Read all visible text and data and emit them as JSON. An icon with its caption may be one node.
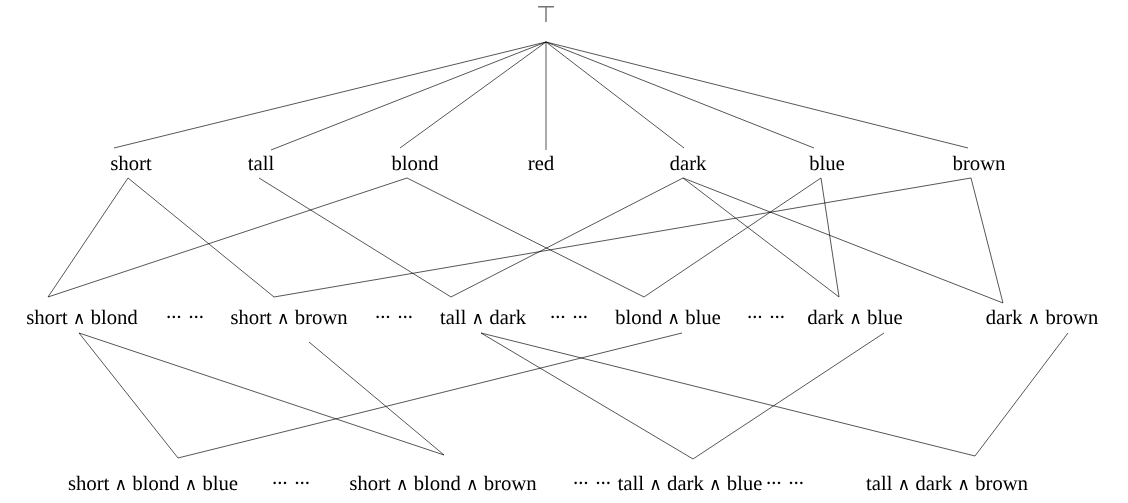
{
  "diagram": {
    "nodes": [
      {
        "text": [
          "⊤"
        ]
      },
      {
        "text": [
          "short"
        ]
      },
      {
        "text": [
          "tall"
        ]
      },
      {
        "text": [
          "blond"
        ]
      },
      {
        "text": [
          "red"
        ]
      },
      {
        "text": [
          "dark"
        ]
      },
      {
        "text": [
          "blue"
        ]
      },
      {
        "text": [
          "brown"
        ]
      },
      {
        "text": [
          "short ∧ blond"
        ]
      },
      {
        "text": [
          "short ∧ brown"
        ]
      },
      {
        "text": [
          "tall ∧ dark"
        ]
      },
      {
        "text": [
          "blond ∧ blue"
        ]
      },
      {
        "text": [
          "dark ∧ blue"
        ]
      },
      {
        "text": [
          "dark ∧ brown"
        ]
      },
      {
        "text": [
          "short ∧ blond ∧ blue"
        ]
      },
      {
        "text": [
          "short ∧ blond ∧ brown"
        ]
      },
      {
        "text": [
          "tall ∧ dark ∧ blue"
        ]
      },
      {
        "text": [
          "tall ∧ dark ∧ brown"
        ]
      }
    ],
    "edges": [
      {
        "from": 0,
        "to": 1,
        "arrow": "none"
      },
      {
        "from": 0,
        "to": 2,
        "arrow": "none"
      },
      {
        "from": 0,
        "to": 3,
        "arrow": "none"
      },
      {
        "from": 0,
        "to": 4,
        "arrow": "none"
      },
      {
        "from": 0,
        "to": 5,
        "arrow": "none"
      },
      {
        "from": 0,
        "to": 6,
        "arrow": "none"
      },
      {
        "from": 0,
        "to": 7,
        "arrow": "none"
      },
      {
        "from": 1,
        "to": 8,
        "arrow": "none"
      },
      {
        "from": 1,
        "to": 9,
        "arrow": "none"
      },
      {
        "from": 2,
        "to": 10,
        "arrow": "none"
      },
      {
        "from": 3,
        "to": 8,
        "arrow": "none"
      },
      {
        "from": 3,
        "to": 11,
        "arrow": "none"
      },
      {
        "from": 5,
        "to": 10,
        "arrow": "none"
      },
      {
        "from": 5,
        "to": 12,
        "arrow": "none"
      },
      {
        "from": 5,
        "to": 13,
        "arrow": "none"
      },
      {
        "from": 6,
        "to": 11,
        "arrow": "none"
      },
      {
        "from": 6,
        "to": 12,
        "arrow": "none"
      },
      {
        "from": 7,
        "to": 9,
        "arrow": "none"
      },
      {
        "from": 7,
        "to": 13,
        "arrow": "none"
      },
      {
        "from": 8,
        "to": 14,
        "arrow": "none"
      },
      {
        "from": 8,
        "to": 15,
        "arrow": "none"
      },
      {
        "from": 9,
        "to": 15,
        "arrow": "none"
      },
      {
        "from": 10,
        "to": 16,
        "arrow": "none"
      },
      {
        "from": 10,
        "to": 17,
        "arrow": "none"
      },
      {
        "from": 11,
        "to": 14,
        "arrow": "none"
      },
      {
        "from": 12,
        "to": 16,
        "arrow": "none"
      },
      {
        "from": 13,
        "to": 17,
        "arrow": "none"
      }
    ],
    "labels": [
      "... ...",
      "... ...",
      "... ...",
      "... ...",
      "... ...",
      "... ...",
      "... ..."
    ]
  }
}
